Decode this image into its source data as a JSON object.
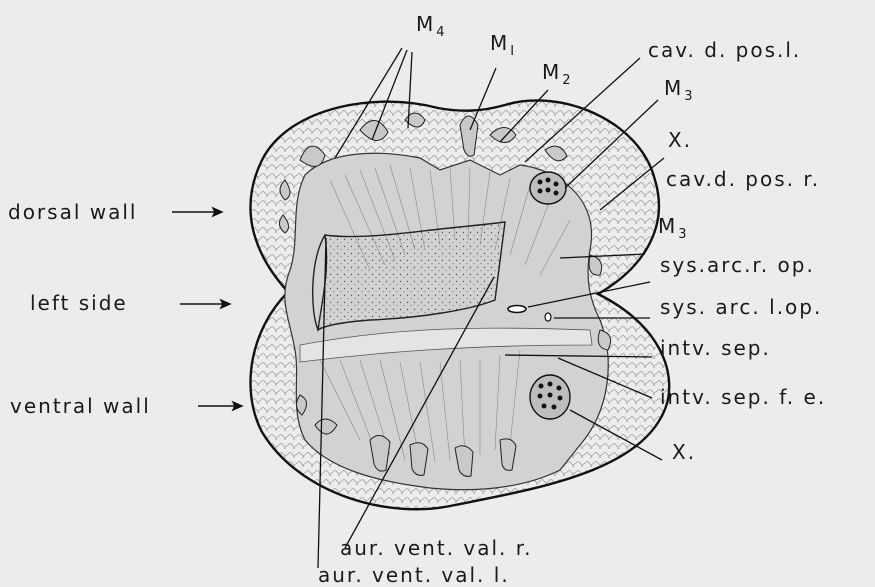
{
  "labels": {
    "m4": "M",
    "m4_sub": "4",
    "m1": "M",
    "m1_sub": "I",
    "m2": "M",
    "m2_sub": "2",
    "m3_top": "M",
    "m3_top_sub": "3",
    "m3_mid": "M",
    "m3_mid_sub": "3",
    "cav_d_pos_l": "cav. d. pos.l.",
    "x_top": "X.",
    "cav_d_pos_r": "cav.d. pos. r.",
    "sys_arc_r_op": "sys.arc.r. op.",
    "sys_arc_l_op": "sys. arc. l.op.",
    "intv_sep": "intv. sep.",
    "intv_sep_f_e": "intv. sep. f. e.",
    "x_bottom": "X.",
    "dorsal_wall": "dorsal wall",
    "left_side": "left  side",
    "ventral_wall": "ventral wall",
    "aur_vent_val_r": "aur. vent. val. r.",
    "aur_vent_val_l": "aur. vent. val. l."
  },
  "colors": {
    "background": "#ececec",
    "ink": "#1a1a1a",
    "tissue": "#dcdcdc",
    "cavity": "#f6f6f6"
  }
}
